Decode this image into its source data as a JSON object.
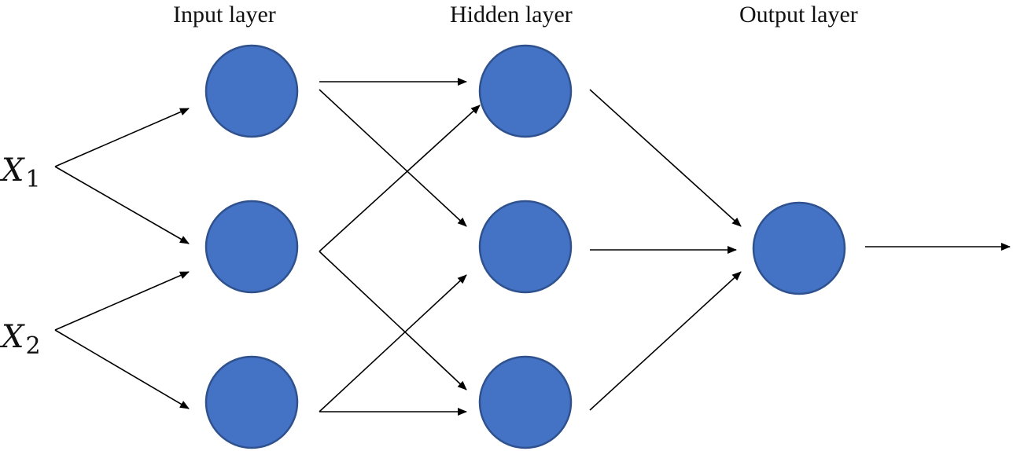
{
  "layers": [
    {
      "id": "input",
      "title": "Input layer",
      "nodes": 3
    },
    {
      "id": "hidden",
      "title": "Hidden layer",
      "nodes": 3
    },
    {
      "id": "output",
      "title": "Output layer",
      "nodes": 1
    }
  ],
  "inputs": [
    {
      "var": "X",
      "sub": "1"
    },
    {
      "var": "X",
      "sub": "2"
    }
  ],
  "colors": {
    "node_fill": "#4472c4",
    "node_stroke": "#2f528f",
    "edge": "#000000",
    "text": "#111111"
  }
}
